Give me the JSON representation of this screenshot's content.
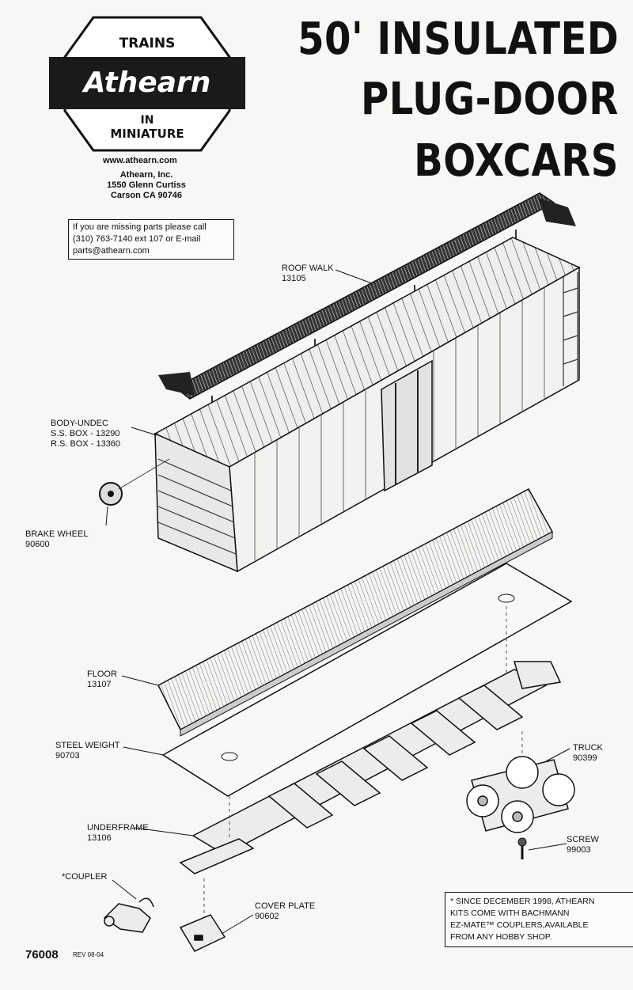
{
  "logo": {
    "top": "TRAINS",
    "brand": "Athearn",
    "in": "IN",
    "bottom": "MINIATURE"
  },
  "title": {
    "line1": "50' INSULATED",
    "line2": "PLUG-DOOR",
    "line3": "BOXCARS"
  },
  "contact": {
    "website": "www.athearn.com",
    "company": "Athearn, Inc.",
    "street": "1550 Glenn Curtiss",
    "city": "Carson CA 90746",
    "missing_line1": "If you are missing parts please call",
    "missing_line2": "(310) 763-7140 ext 107 or E-mail",
    "missing_line3": "parts@athearn.com"
  },
  "parts": {
    "roof_walk": {
      "name": "ROOF WALK",
      "number": "13105"
    },
    "body": {
      "name": "BODY-UNDEC",
      "ss": "S.S. BOX - 13290",
      "rs": "R.S. BOX - 13360"
    },
    "brake_wheel": {
      "name": "BRAKE WHEEL",
      "number": "90600"
    },
    "floor": {
      "name": "FLOOR",
      "number": "13107"
    },
    "steel_weight": {
      "name": "STEEL WEIGHT",
      "number": "90703"
    },
    "truck": {
      "name": "TRUCK",
      "number": "90399"
    },
    "underframe": {
      "name": "UNDERFRAME",
      "number": "13106"
    },
    "screw": {
      "name": "SCREW",
      "number": "99003"
    },
    "coupler": {
      "name": "*COUPLER"
    },
    "cover_plate": {
      "name": "COVER PLATE",
      "number": "90602"
    }
  },
  "note": {
    "line1": "* SINCE DECEMBER 1998, ATHEARN",
    "line2": "KITS COME WITH BACHMANN",
    "line3": "EZ-MATE™ COUPLERS,AVAILABLE",
    "line4": "FROM ANY HOBBY SHOP."
  },
  "footer": {
    "part_number": "76008",
    "revision": "REV 08-04"
  }
}
